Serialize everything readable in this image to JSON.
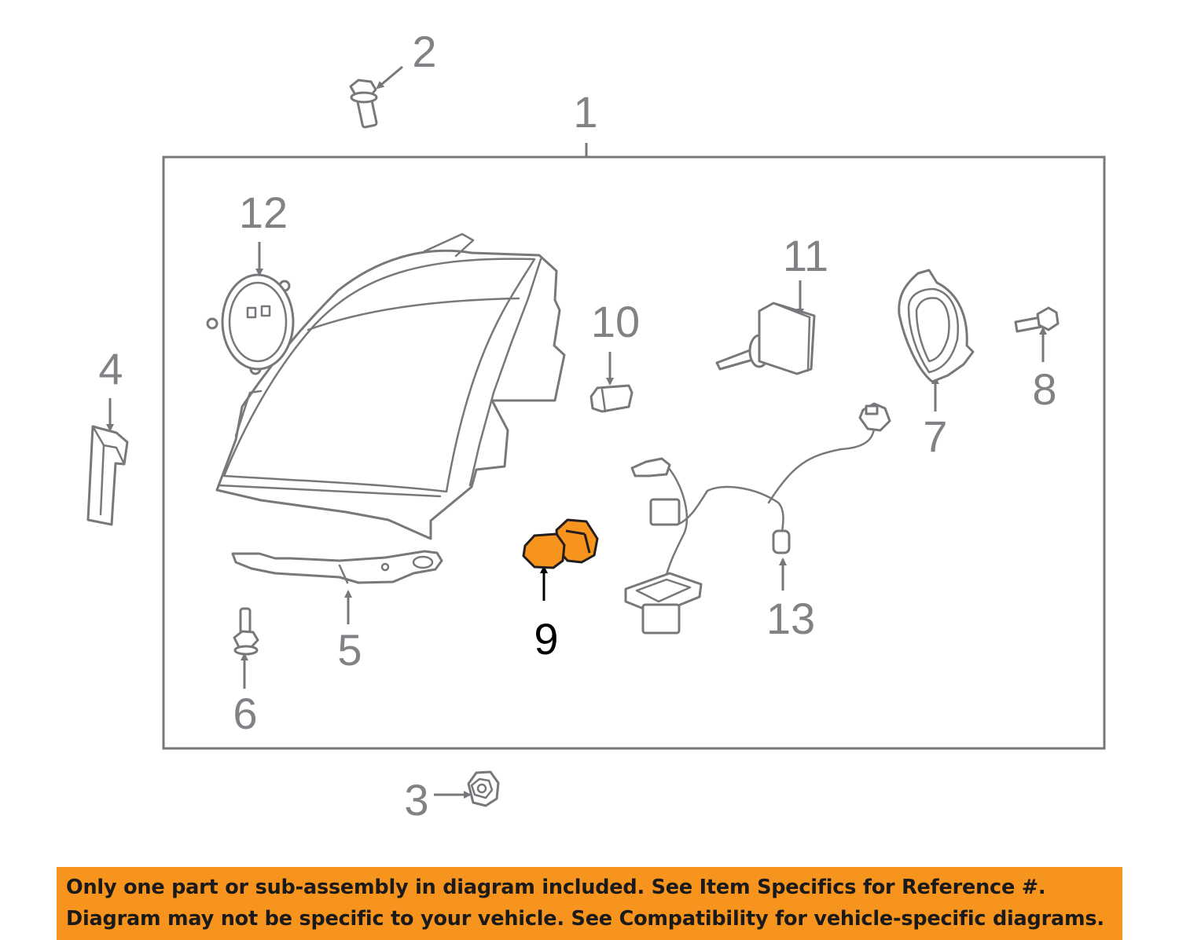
{
  "diagram": {
    "callouts": [
      {
        "id": "1",
        "label": "1"
      },
      {
        "id": "2",
        "label": "2"
      },
      {
        "id": "3",
        "label": "3"
      },
      {
        "id": "4",
        "label": "4"
      },
      {
        "id": "5",
        "label": "5"
      },
      {
        "id": "6",
        "label": "6"
      },
      {
        "id": "7",
        "label": "7"
      },
      {
        "id": "8",
        "label": "8"
      },
      {
        "id": "9",
        "label": "9",
        "highlighted": true
      },
      {
        "id": "10",
        "label": "10"
      },
      {
        "id": "11",
        "label": "11"
      },
      {
        "id": "12",
        "label": "12"
      },
      {
        "id": "13",
        "label": "13"
      }
    ],
    "highlight_color": "#f7941d",
    "line_color": "#77787b"
  },
  "banner": {
    "line1": "Only one part or sub-assembly in diagram included. See Item Specifics for Reference #.",
    "line2": "Diagram may not be specific to your vehicle. See Compatibility for vehicle-specific diagrams.",
    "background": "#f7941d"
  }
}
